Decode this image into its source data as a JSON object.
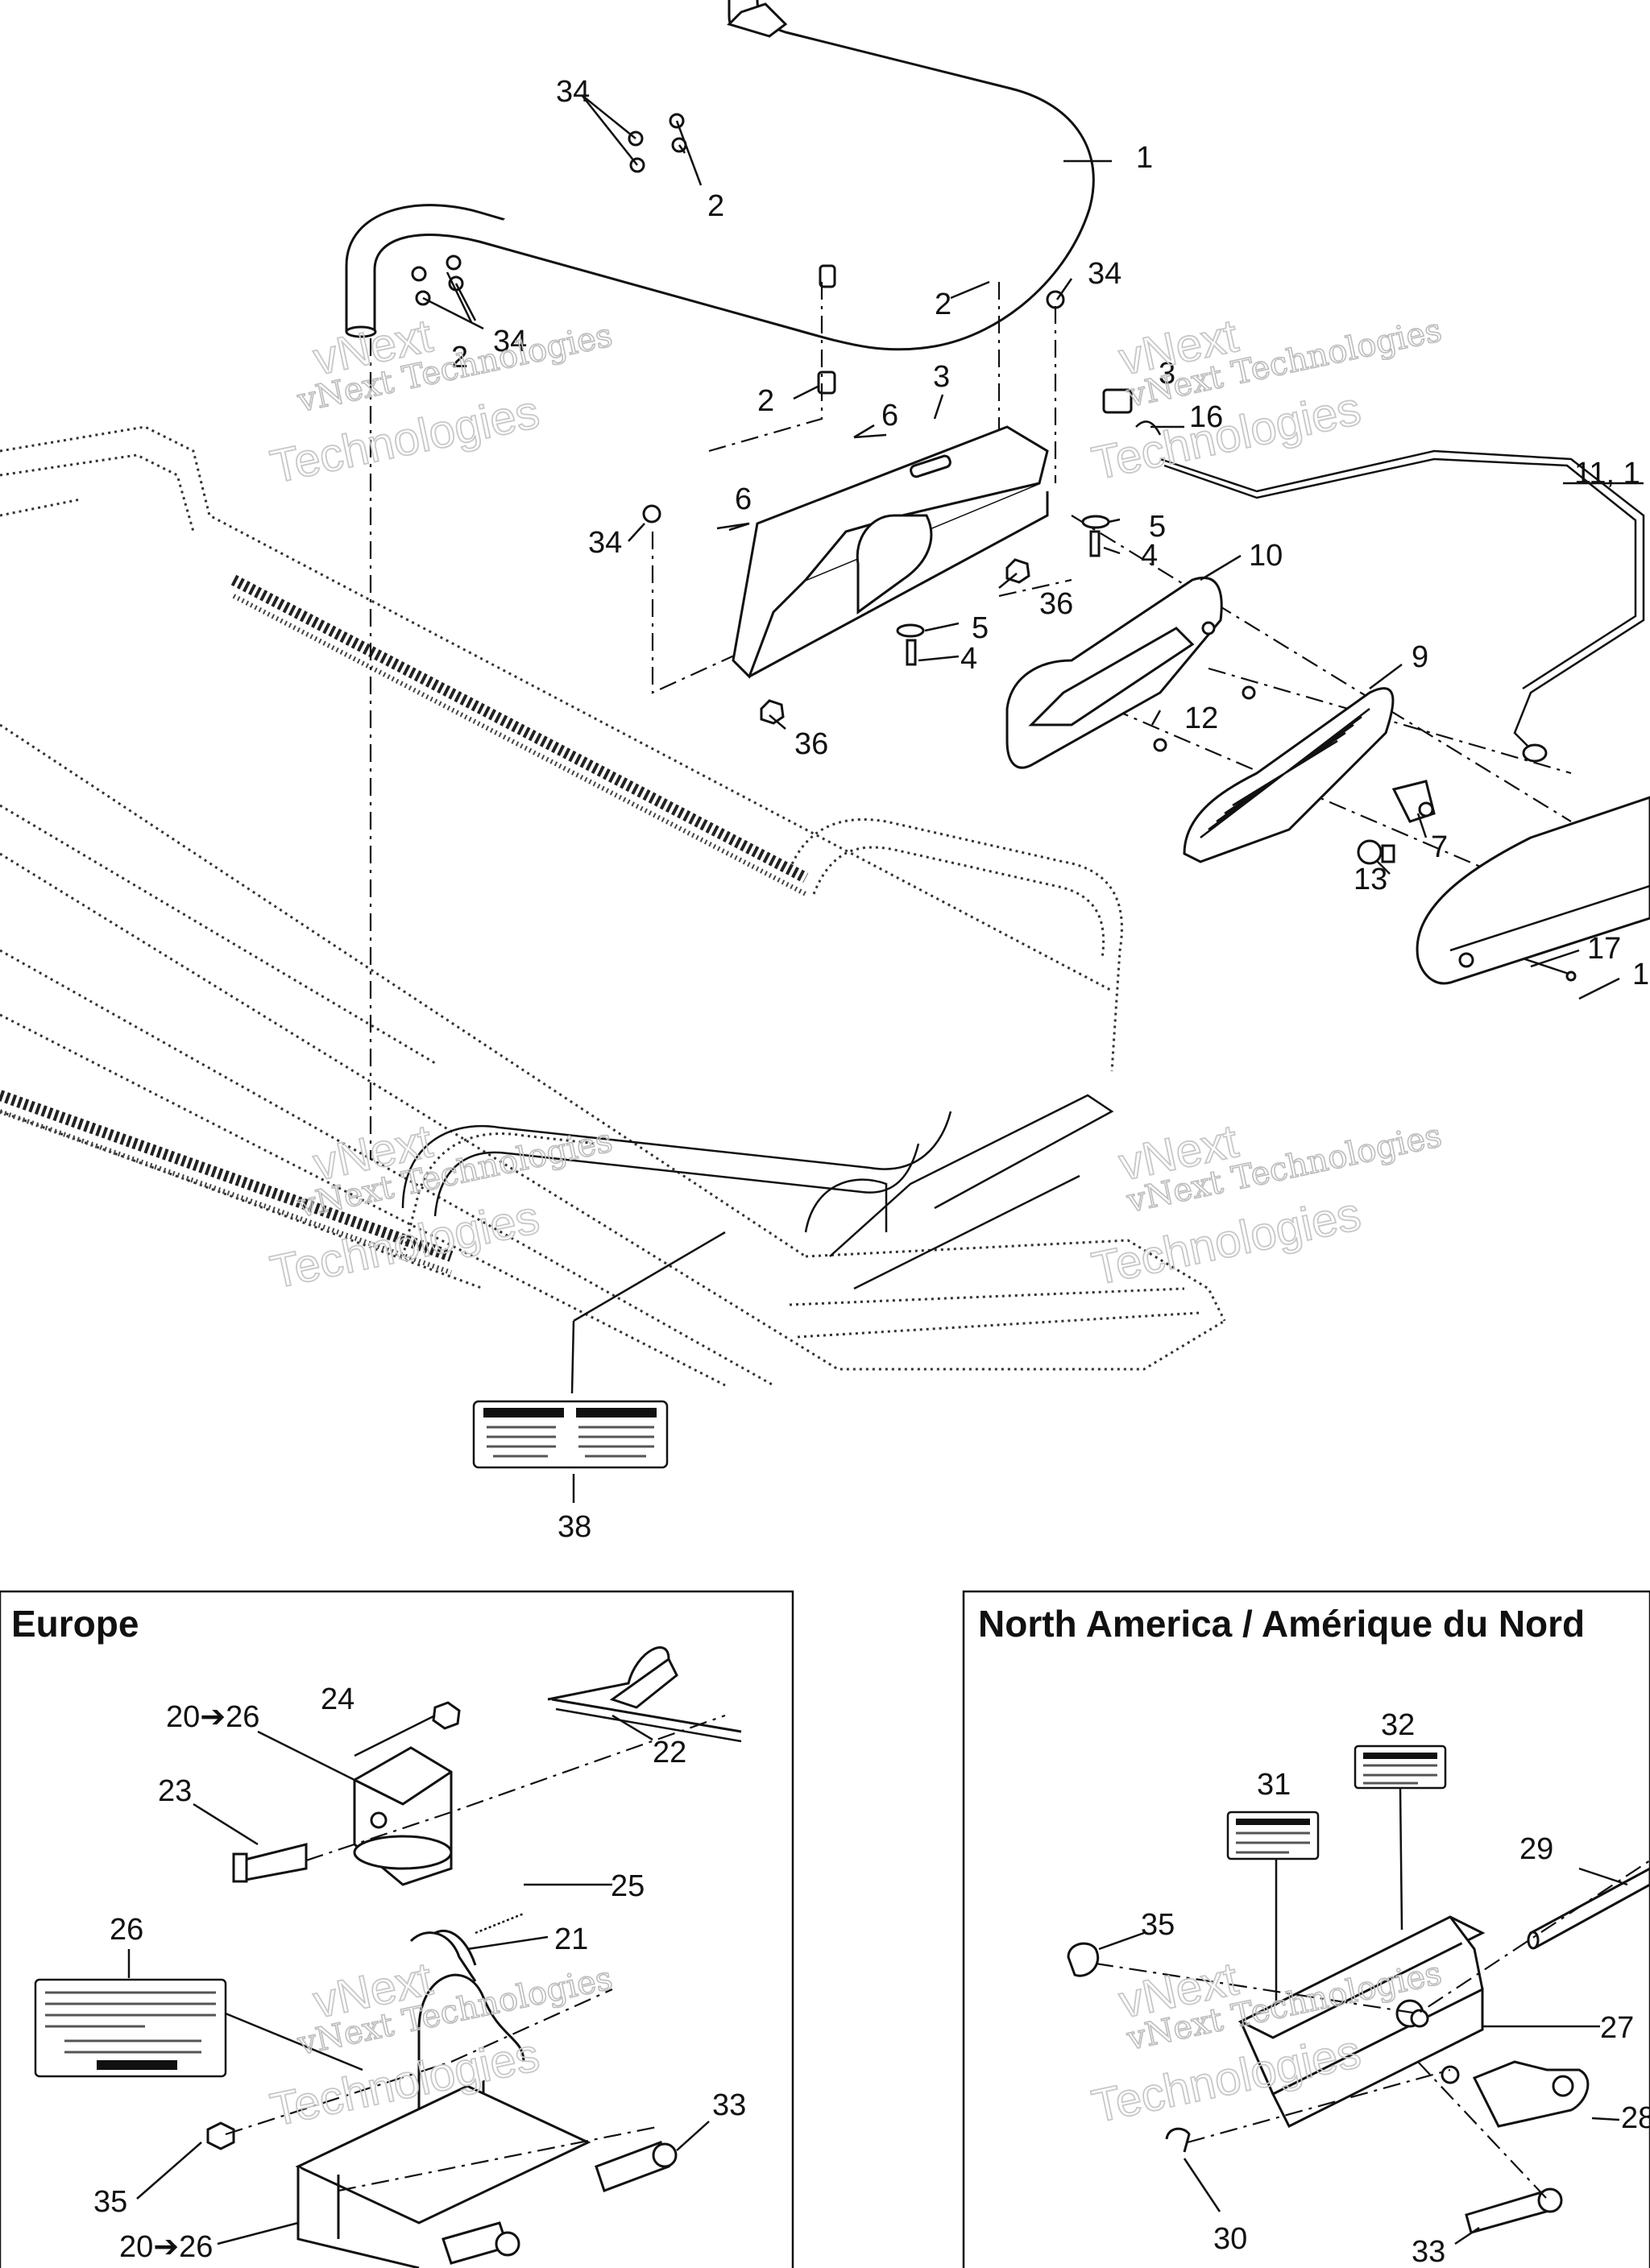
{
  "panels": {
    "europe": {
      "title": "Europe"
    },
    "north_america": {
      "title": "North America / Amérique du Nord"
    }
  },
  "watermark": {
    "line1": "vNext Technologies",
    "line2": "Technologies",
    "line3": "vNext"
  },
  "callouts": {
    "c1": "1",
    "c2a": "2",
    "c2b": "2",
    "c2c": "2",
    "c2d": "2",
    "c3": "3",
    "c3b": "3",
    "c4a": "4",
    "c4b": "4",
    "c5a": "5",
    "c5b": "5",
    "c6a": "6",
    "c6b": "6",
    "c7": "7",
    "c9": "9",
    "c10": "10",
    "c11": "11, 1",
    "c12": "12",
    "c13": "13",
    "c16": "16",
    "c17": "17",
    "c1b": "1",
    "c34a": "34",
    "c34b": "34",
    "c34c": "34",
    "c34d": "34",
    "c36a": "36",
    "c36b": "36",
    "c38": "38",
    "c20a": "20➔26",
    "c20b": "20➔26",
    "c21": "21",
    "c22": "22",
    "c23": "23",
    "c24": "24",
    "c25": "25",
    "c26": "26",
    "c33a": "33",
    "c35a": "35",
    "c27": "27",
    "c28": "28",
    "c29": "29",
    "c30": "30",
    "c31": "31",
    "c32": "32",
    "c33b": "33",
    "c35b": "35"
  }
}
